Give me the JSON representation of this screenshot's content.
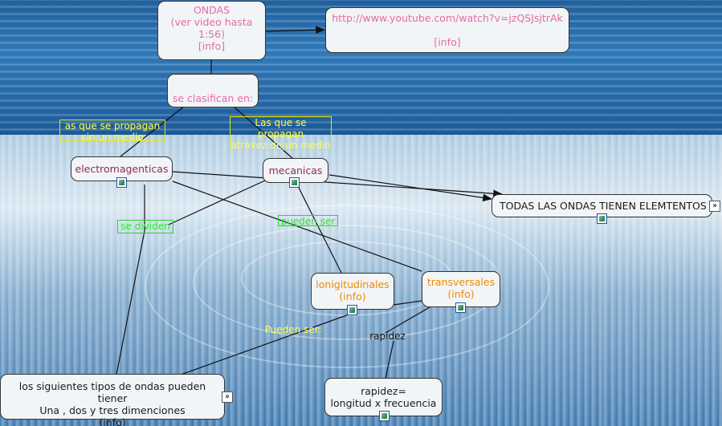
{
  "nodes": {
    "ondas": "ONDAS\n(ver video hasta\n1:56)\n[info]",
    "youtube": "http://www.youtube.com/watch?v=jzQSJsjtrAk\n\n[info]",
    "clasifican": "se clasifican en:",
    "electromagneticas": "electromagenticas",
    "mecanicas": "mecanicas",
    "todas": "TODAS LAS ONDAS TIENEN ELEMTENTOS",
    "longitudinales": "lonigitudinales\n(info)",
    "transversales": "transversales\n(info)",
    "tipos": "los siguientes tipos de ondas pueden tiener\nUna , dos y tres dimenciones\n(info)",
    "rapidez_formula": "rapidez=\nlongitud x frecuencia"
  },
  "link_labels": {
    "sin_medio": "as que se propagan\nsin un medio",
    "traves_medio": "Las que se\npropagan\natravez de un medio",
    "se_dividen": "se dividen",
    "pueden_ser_1": "pueden ser",
    "pueden_ser_2": "Pueden ser:",
    "rapidez": "rapidez"
  },
  "colors": {
    "link_line": "#111111",
    "yellow_label": "#ffff40",
    "green_label": "#2ee62e",
    "pink_text": "#e66aa6",
    "orange_text": "#f08a00"
  },
  "icons": [
    "resource-image-icon",
    "expand-more-icon",
    "arrowhead-icon"
  ]
}
